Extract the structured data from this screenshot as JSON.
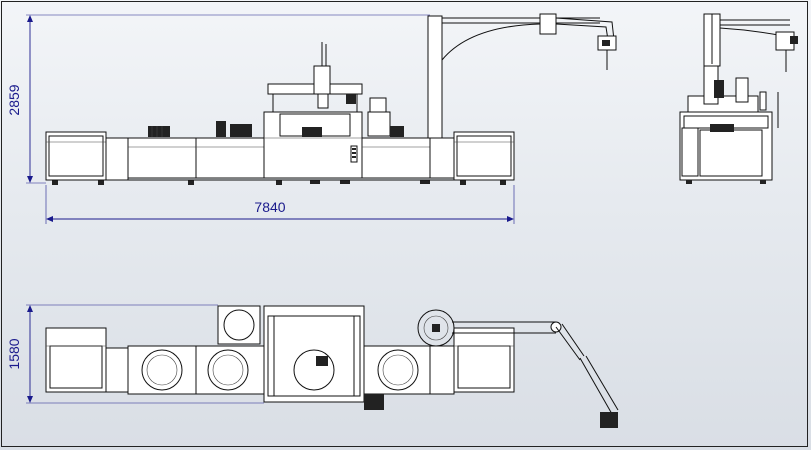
{
  "drawing": {
    "dimensions": {
      "front_height": "2859",
      "front_length": "7840",
      "top_width": "1580"
    },
    "colors": {
      "line": "#111111",
      "dimension": "#1a1a8c",
      "background": "#e6eaef"
    }
  }
}
